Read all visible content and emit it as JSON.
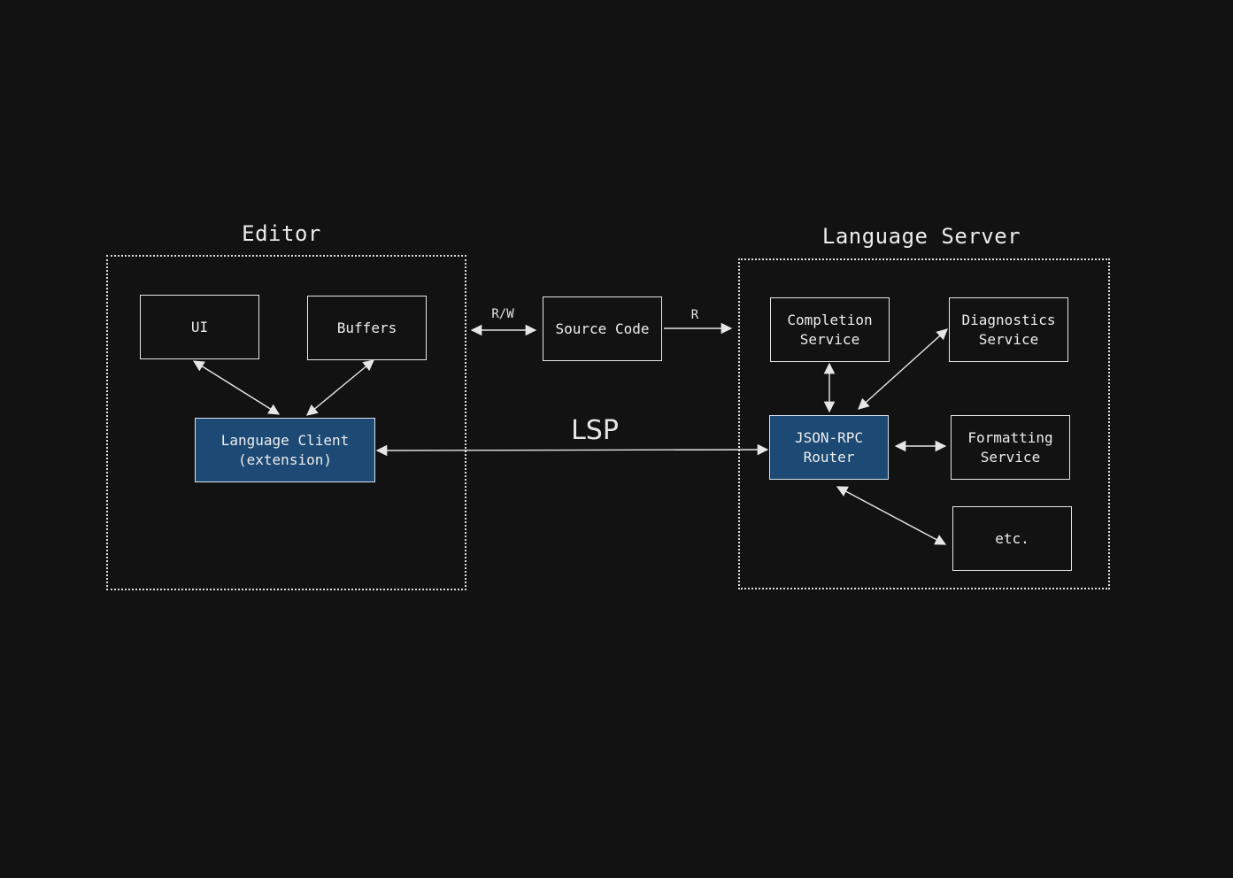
{
  "groups": {
    "editor": {
      "title": "Editor"
    },
    "server": {
      "title": "Language Server"
    }
  },
  "nodes": {
    "ui": "UI",
    "buffers": "Buffers",
    "client": "Language Client\n(extension)",
    "source": "Source Code",
    "completion": "Completion\nService",
    "diagnostics": "Diagnostics\nService",
    "router": "JSON-RPC\nRouter",
    "formatting": "Formatting\nService",
    "etc": "etc."
  },
  "edge_labels": {
    "rw": "R/W",
    "r": "R",
    "lsp": "LSP"
  },
  "colors": {
    "background": "#121212",
    "accent_fill": "#1d4a75",
    "stroke": "#e6e6e6"
  }
}
